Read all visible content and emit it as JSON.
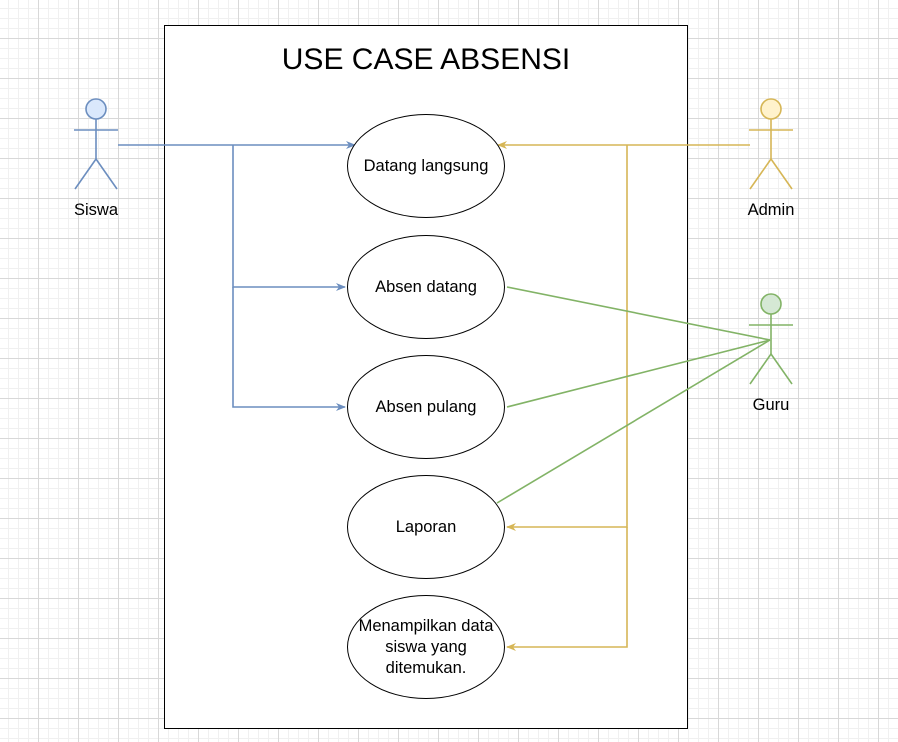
{
  "diagram": {
    "title": "USE CASE ABSENSI",
    "use_cases": [
      {
        "id": "uc1",
        "label": "Datang langsung"
      },
      {
        "id": "uc2",
        "label": "Absen datang"
      },
      {
        "id": "uc3",
        "label": "Absen pulang"
      },
      {
        "id": "uc4",
        "label": "Laporan"
      },
      {
        "id": "uc5",
        "label": "Menampilkan data siswa yang ditemukan."
      }
    ],
    "actors": [
      {
        "id": "siswa",
        "label": "Siswa",
        "color": "#6c8ebf",
        "fill": "#dae8fc"
      },
      {
        "id": "admin",
        "label": "Admin",
        "color": "#d6b656",
        "fill": "#fff2cc"
      },
      {
        "id": "guru",
        "label": "Guru",
        "color": "#82b366",
        "fill": "#d5e8d4"
      }
    ],
    "relations": [
      {
        "from": "siswa",
        "to": "uc1"
      },
      {
        "from": "siswa",
        "to": "uc2"
      },
      {
        "from": "siswa",
        "to": "uc3"
      },
      {
        "from": "admin",
        "to": "uc1"
      },
      {
        "from": "admin",
        "to": "uc4"
      },
      {
        "from": "admin",
        "to": "uc5"
      },
      {
        "from": "guru",
        "to": "uc2"
      },
      {
        "from": "guru",
        "to": "uc3"
      },
      {
        "from": "guru",
        "to": "uc4"
      }
    ]
  }
}
